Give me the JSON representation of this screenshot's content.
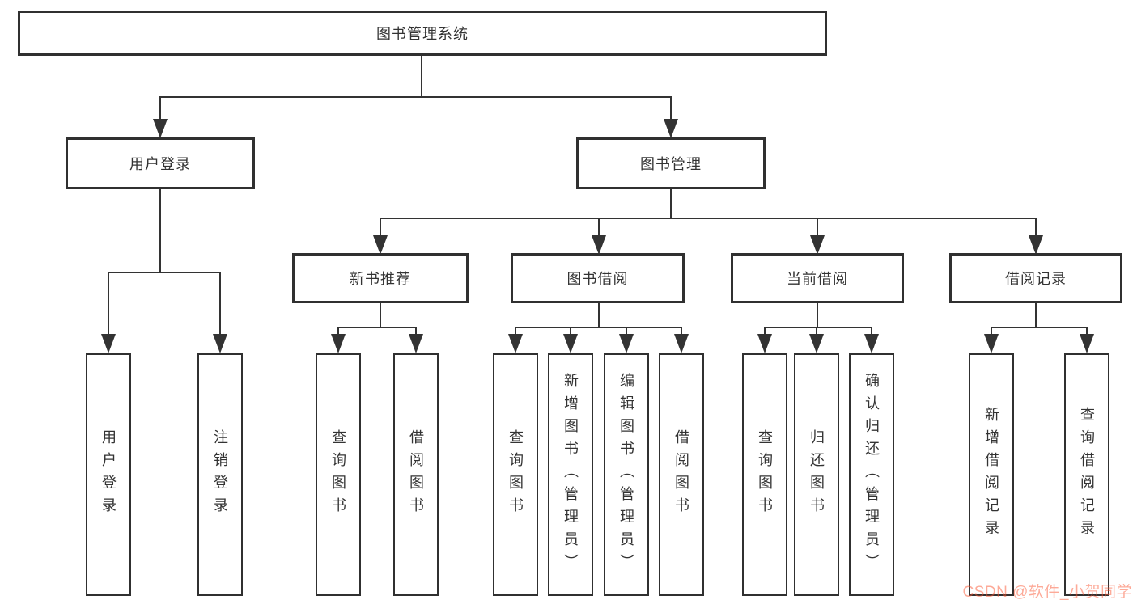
{
  "tree": {
    "label": "图书管理系统",
    "children": [
      {
        "label": "用户登录",
        "children": [
          {
            "label": "用户登录"
          },
          {
            "label": "注销登录"
          }
        ]
      },
      {
        "label": "图书管理",
        "children": [
          {
            "label": "新书推荐",
            "children": [
              {
                "label": "查询图书"
              },
              {
                "label": "借阅图书"
              }
            ]
          },
          {
            "label": "图书借阅",
            "children": [
              {
                "label": "查询图书"
              },
              {
                "label": "新增图书（管理员）"
              },
              {
                "label": "编辑图书（管理员）"
              },
              {
                "label": "借阅图书"
              }
            ]
          },
          {
            "label": "当前借阅",
            "children": [
              {
                "label": "查询图书"
              },
              {
                "label": "归还图书"
              },
              {
                "label": "确认归还（管理员）"
              }
            ]
          },
          {
            "label": "借阅记录",
            "children": [
              {
                "label": "新增借阅记录"
              },
              {
                "label": "查询借阅记录"
              }
            ]
          }
        ]
      }
    ]
  },
  "watermark": {
    "text": "CSDN @软件_小贺同学",
    "color": "#fc5531"
  },
  "colors": {
    "line": "#333333",
    "text": "#333333",
    "background": "#ffffff"
  }
}
